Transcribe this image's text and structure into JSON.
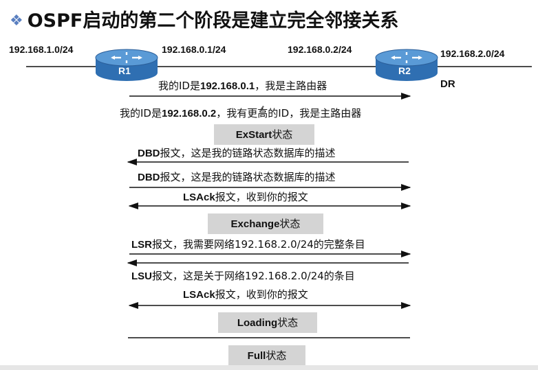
{
  "title": "OSPF启动的第二个阶段是建立完全邻接关系",
  "network": {
    "left_net": "192.168.1.0/24",
    "r1_ip": "192.168.0.1/24",
    "r2_ip": "192.168.0.2/24",
    "right_net": "192.168.2.0/24",
    "r1_label": "R1",
    "r2_label": "R2",
    "dr_label": "DR"
  },
  "messages": [
    {
      "prefix": "我的ID是",
      "bold": "192.168.0.1",
      "suffix": "，我是主路由器",
      "direction": "right"
    },
    {
      "prefix": "我的ID是",
      "bold": "192.168.0.2",
      "suffix": "，我有更高的ID，我是主路由器",
      "direction": "none"
    },
    {
      "prefix": "",
      "bold": "DBD",
      "suffix": "报文，这是我的链路状态数据库的描述",
      "direction": "left"
    },
    {
      "prefix": "",
      "bold": "DBD",
      "suffix": "报文，这是我的链路状态数据库的描述",
      "direction": "right"
    },
    {
      "prefix": "",
      "bold": "LSAck",
      "suffix": "报文，收到你的报文",
      "direction": "both"
    },
    {
      "prefix": "",
      "bold": "LSR",
      "suffix": "报文，我需要网络192.168.2.0/24的完整条目",
      "direction": "right"
    },
    {
      "prefix": "",
      "bold": "LSU",
      "suffix": "报文，这是关于网络192.168.2.0/24的条目",
      "direction": "left"
    },
    {
      "prefix": "",
      "bold": "LSAck",
      "suffix": "报文，收到你的报文",
      "direction": "both"
    }
  ],
  "states": [
    {
      "bold": "ExStart",
      "suffix": "状态"
    },
    {
      "bold": "Exchange",
      "suffix": "状态"
    },
    {
      "bold": "Loading",
      "suffix": "状态"
    },
    {
      "bold": "Full",
      "suffix": "状态"
    }
  ],
  "colors": {
    "router_top": "#4f8fce",
    "router_body": "#2f6fb2",
    "state_box": "#d4d4d4",
    "bullet": "#5a7fc0"
  }
}
